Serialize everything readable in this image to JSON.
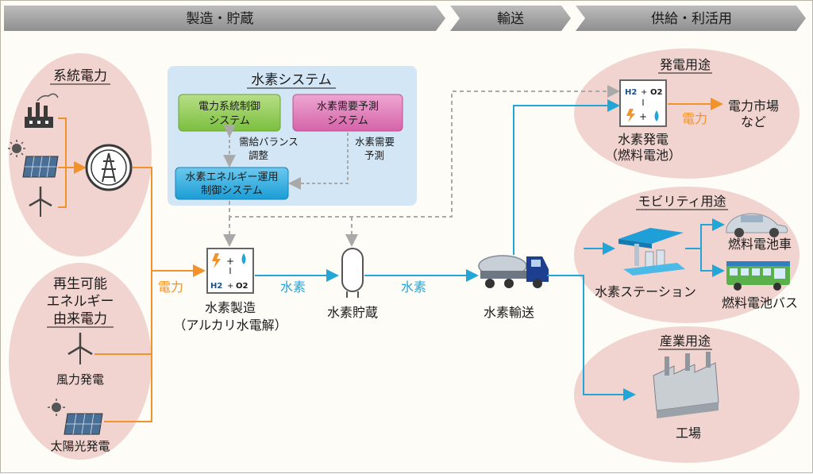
{
  "header": {
    "stage_manufacture": "製造・貯蔵",
    "stage_transport": "輸送",
    "stage_supply": "供給・利活用"
  },
  "sources": {
    "grid_title": "系統電力",
    "renewable_title_1": "再生可能",
    "renewable_title_2": "エネルギー",
    "renewable_title_3": "由来電力",
    "wind_label": "風力発電",
    "solar_label": "太陽光発電"
  },
  "hydrogen_system": {
    "title": "水素システム",
    "grid_control_1": "電力系統制御",
    "grid_control_2": "システム",
    "demand_forecast_1": "水素需要予測",
    "demand_forecast_2": "システム",
    "balance_1": "需給バランス",
    "balance_2": "調整",
    "forecast_1": "水素需要",
    "forecast_2": "予測",
    "energy_control_1": "水素エネルギー運用",
    "energy_control_2": "制御システム"
  },
  "flow": {
    "electricity_label": "電力",
    "hydrogen_label_1": "水素",
    "hydrogen_label_2": "水素",
    "production_1": "水素製造",
    "production_2": "（アルカリ水電解）",
    "storage": "水素貯蔵",
    "transport": "水素輸送"
  },
  "cell": {
    "h2": "H2",
    "o2": "O2",
    "plus": "+"
  },
  "uses": {
    "power_title": "発電用途",
    "power_generation_1": "水素発電",
    "power_generation_2": "（燃料電池）",
    "power_output_label": "電力",
    "power_market_1": "電力市場",
    "power_market_2": "など",
    "mobility_title": "モビリティ用途",
    "station": "水素ステーション",
    "fc_car": "燃料電池車",
    "fc_bus": "燃料電池バス",
    "industry_title": "産業用途",
    "factory": "工場"
  },
  "colors": {
    "electricity": "#f2922a",
    "hydrogen": "#22a6d8",
    "control": "#a9a9a9",
    "ellipse": "#f1d4cf",
    "system_bg": "#d3e6f6",
    "grid_control_box": "#96cc5a",
    "demand_box": "#df7bbb",
    "energy_box": "#2aaee3",
    "header_band": "#9e9e9e"
  }
}
